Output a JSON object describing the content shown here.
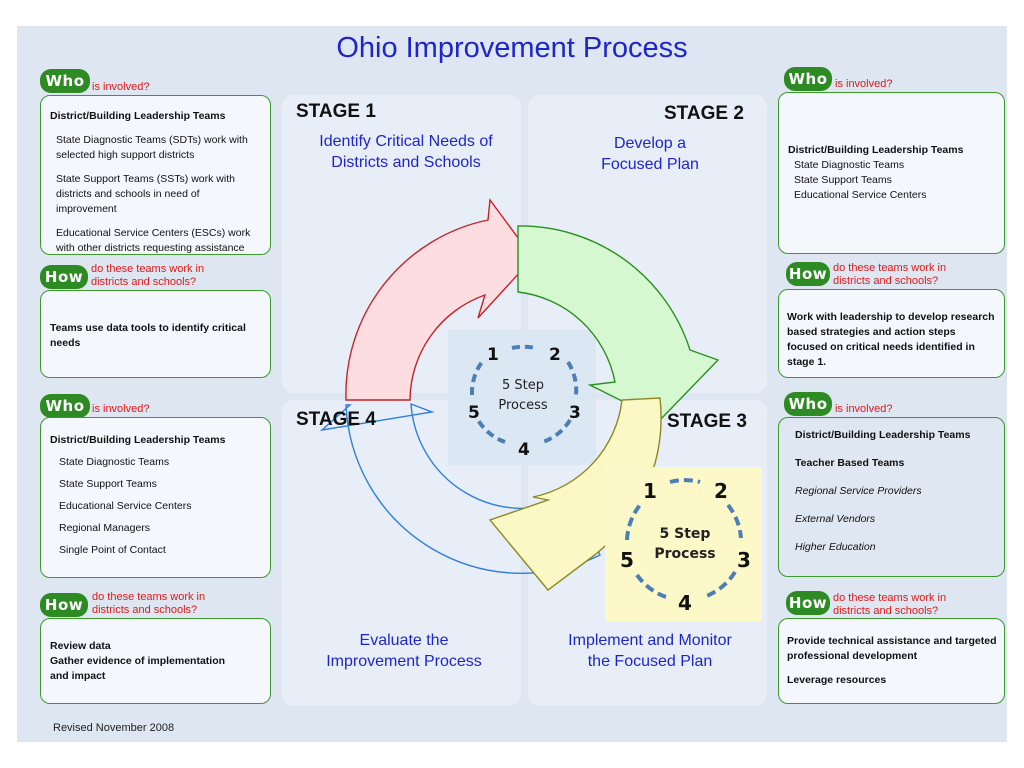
{
  "title": "Ohio Improvement Process",
  "stages": [
    {
      "label": "STAGE 1",
      "text": [
        "Identify Critical Needs of",
        "Districts and Schools"
      ]
    },
    {
      "label": "STAGE 2",
      "text": [
        "Develop a",
        "Focused Plan"
      ]
    },
    {
      "label": "STAGE 3",
      "text": [
        "Implement and Monitor",
        "the Focused Plan"
      ]
    },
    {
      "label": "STAGE 4",
      "text": [
        "Evaluate the",
        "Improvement Process"
      ]
    }
  ],
  "keywords": {
    "who": "Who",
    "how": "How"
  },
  "captions": {
    "who": "is involved?",
    "how_line1": "do these teams work in",
    "how_line2": "districts and schools?"
  },
  "left_top_who": {
    "heading": "District/Building Leadership Teams",
    "items": [
      "State Diagnostic Teams (SDTs) work with selected high support districts",
      "State Support Teams (SSTs) work with districts and schools in need of improvement",
      "Educational Service Centers (ESCs) work with other districts requesting assistance"
    ]
  },
  "left_top_how": {
    "text": "Teams use data tools to identify critical needs"
  },
  "right_top_who": {
    "heading": "District/Building Leadership Teams",
    "items": [
      "State Diagnostic Teams",
      "State Support Teams",
      "Educational Service Centers"
    ]
  },
  "right_top_how": {
    "text": "Work with leadership to develop research based strategies and action steps focused on critical needs identified in stage 1."
  },
  "left_bottom_who": {
    "heading": "District/Building Leadership Teams",
    "items": [
      "State Diagnostic Teams",
      "State Support Teams",
      "Educational Service Centers",
      "Regional Managers",
      "Single Point of Contact"
    ]
  },
  "left_bottom_how": {
    "lines": [
      "Review data",
      "Gather evidence of implementation",
      "and impact"
    ]
  },
  "right_bottom_who": {
    "bold_items": [
      "District/Building Leadership Teams",
      "Teacher Based Teams"
    ],
    "italic_items": [
      "Regional Service Providers",
      "External Vendors",
      "Higher Education"
    ]
  },
  "right_bottom_how": {
    "lines": [
      "Provide technical assistance and targeted professional development",
      "Leverage resources"
    ]
  },
  "five_step": {
    "label_line1": "5 Step",
    "label_line2": "Process",
    "numbers": [
      "1",
      "2",
      "3",
      "4",
      "5"
    ]
  },
  "footer": "Revised November 2008",
  "colors": {
    "title": "#1f26c9",
    "caption": "#e01a1a",
    "pill": "#2e8b24",
    "red_arrow": "#fddde0",
    "green_arrow": "#d6f8d0",
    "yellow_arrow": "#fbf8c6",
    "blue_outline": "#2f7fd8"
  }
}
